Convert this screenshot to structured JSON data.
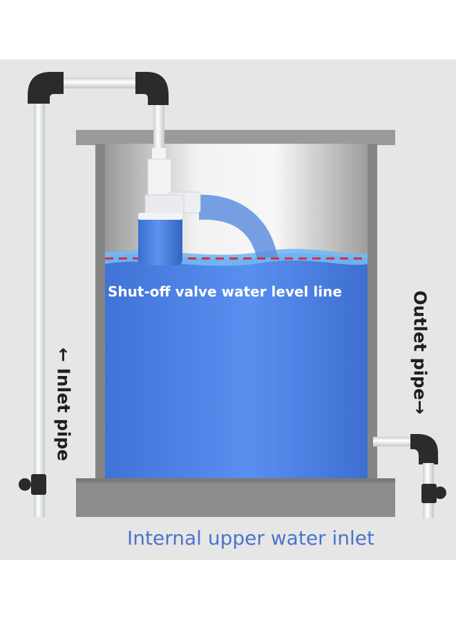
{
  "labels": {
    "level_line": "Shut-off valve water level line",
    "inlet": "← Inlet pipe",
    "outlet": "Outlet pipe→",
    "caption": "Internal upper water inlet"
  },
  "colors": {
    "background": "#e6e6e6",
    "water": "#4b86e6",
    "water_surface": "#73b8f4",
    "level_line": "#d2302e",
    "pipe": "#f4f6f8",
    "elbow": "#2b2b2b",
    "tank_wall": "#8c8c8c",
    "caption": "#4a74c9"
  }
}
